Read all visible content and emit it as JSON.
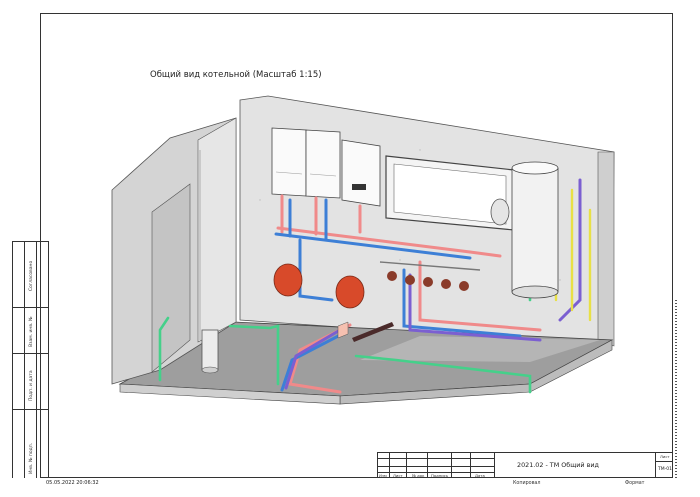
{
  "drawing": {
    "title": "Общий вид котельной (Масштаб 1:15)",
    "timestamp": "05.05.2022 20:06:32"
  },
  "side_stamp": {
    "labels": [
      "Согласовано",
      "Взам. инв. №",
      "Подп. и дата",
      "Инв. № подп."
    ]
  },
  "title_block": {
    "headers": [
      "Изм",
      "Лист",
      "№ док",
      "Подпись",
      "Дата"
    ],
    "sheet_label": "Лист",
    "sheet_name": "2021.02 - ТМ Общий вид",
    "sheet_code": "ТМ-01",
    "copied_label": "Копировал",
    "format_label": "Формат"
  },
  "colors": {
    "hot": "#f08a8a",
    "cold": "#3d7fd6",
    "return": "#7b5fd1",
    "supply_green": "#45d08a",
    "yellow": "#e8e046",
    "tank_red": "#d84a2a",
    "wall": "#d9d9d9",
    "floor": "#a9a9a9"
  }
}
